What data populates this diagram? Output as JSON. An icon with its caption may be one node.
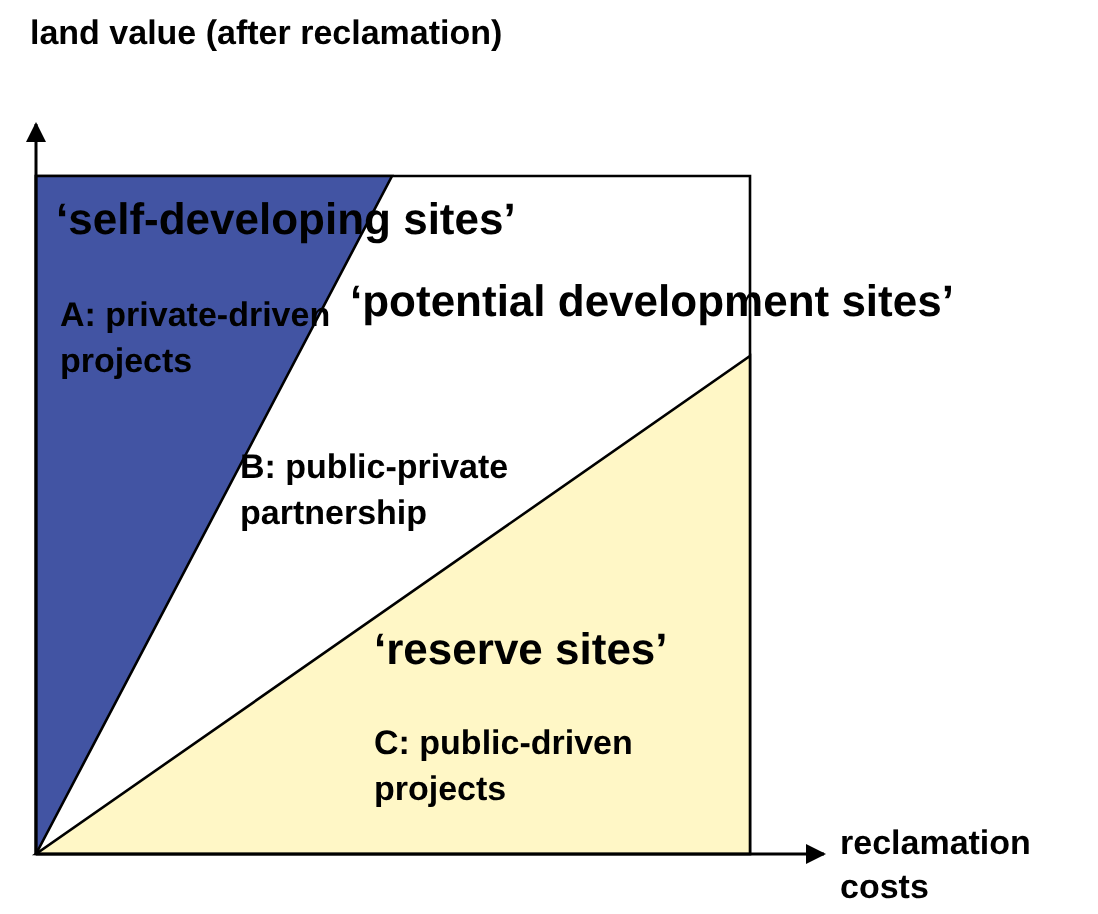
{
  "diagram": {
    "nodes": [
      {
        "text": [
          "‘potential development sites’",
          "B: public-private partnership"
        ]
      },
      {
        "text": [
          "‘self-developing sites’",
          "A: private-driven projects"
        ],
        "in": 0
      },
      {
        "text": [
          "‘reserve sites’",
          "C: public-driven projects"
        ],
        "in": 0
      }
    ],
    "labels": [
      "land value (after reclamation)",
      "reclamation costs"
    ]
  }
}
